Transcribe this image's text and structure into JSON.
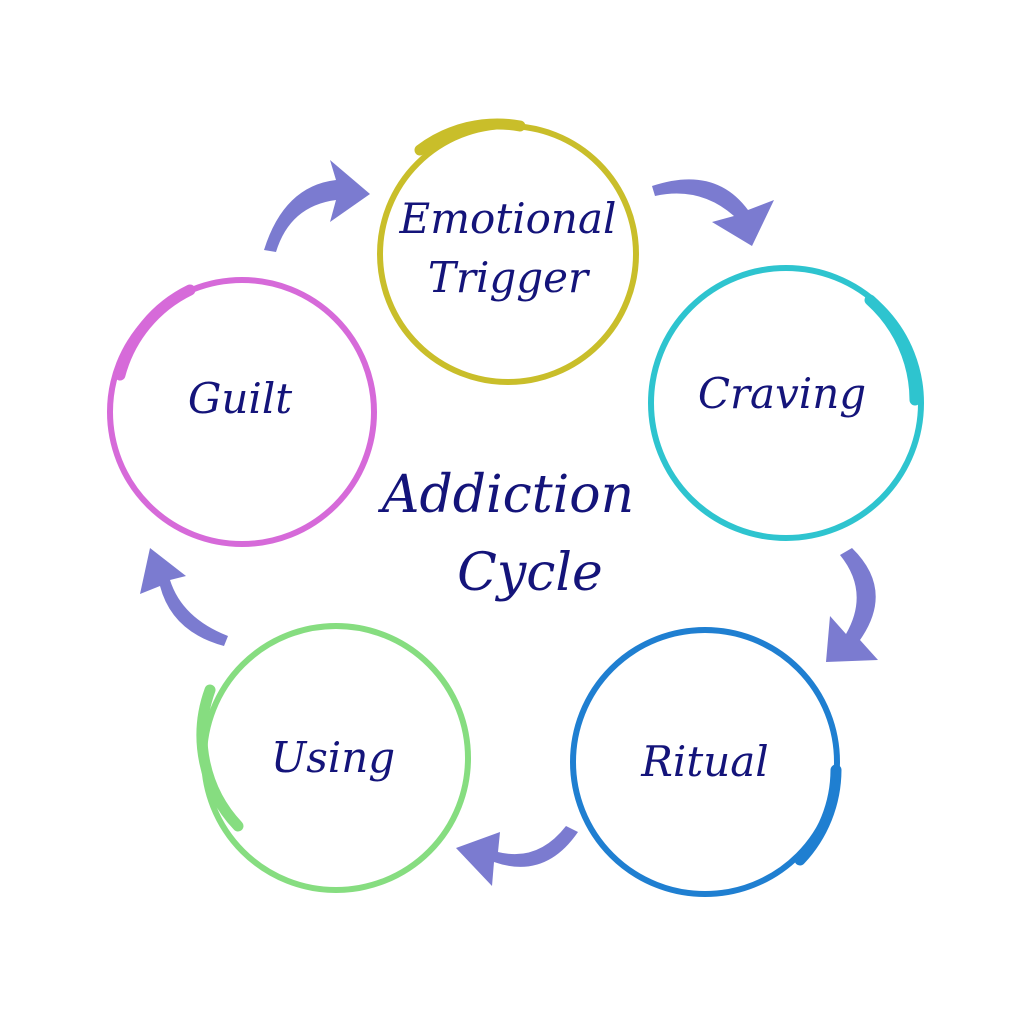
{
  "diagram": {
    "center": {
      "line1": "Addiction",
      "line2": "Cycle"
    },
    "nodes": [
      {
        "id": "emotional-trigger",
        "line1": "Emotional",
        "line2": "Trigger",
        "color": "#c9be2a"
      },
      {
        "id": "craving",
        "line1": "Craving",
        "line2": "",
        "color": "#2ec4cf"
      },
      {
        "id": "ritual",
        "line1": "Ritual",
        "line2": "",
        "color": "#1f7fd1"
      },
      {
        "id": "using",
        "line1": "Using",
        "line2": "",
        "color": "#86dd80"
      },
      {
        "id": "guilt",
        "line1": "Guilt",
        "line2": "",
        "color": "#d66ad9"
      }
    ],
    "text_color": "#14147a",
    "arrow_color": "#7b7bd0"
  }
}
